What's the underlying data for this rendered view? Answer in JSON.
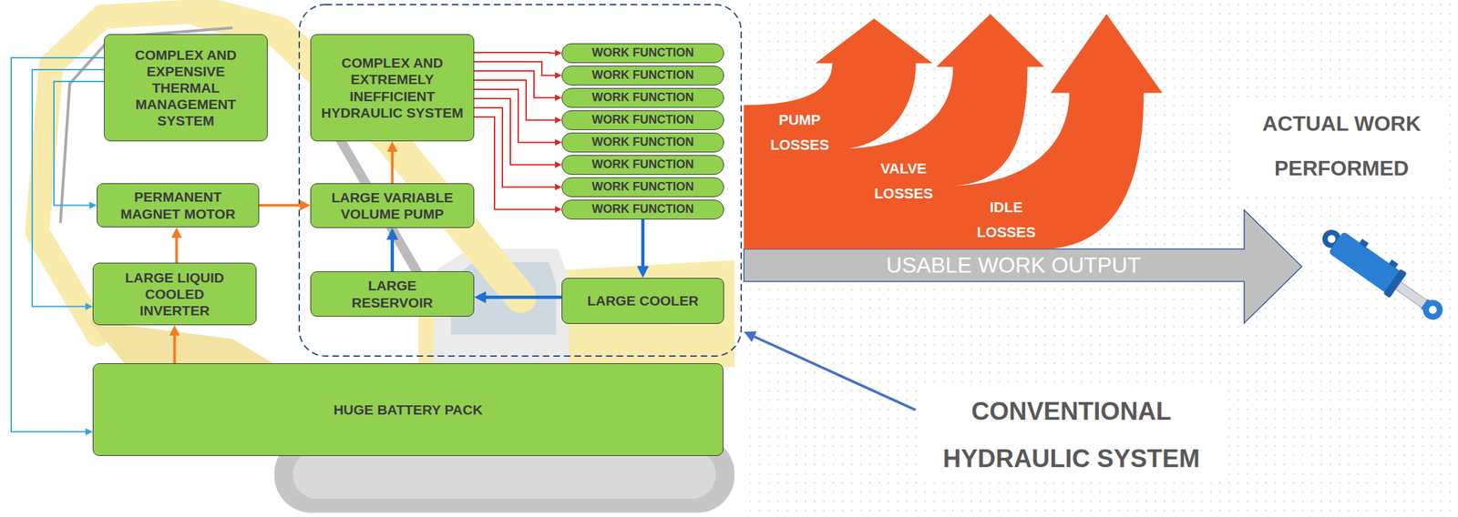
{
  "diagram": {
    "nodes": [
      {
        "text": [
          "COMPLEX AND EXPENSIVE THERMAL MANAGEMENT SYSTEM"
        ]
      },
      {
        "text": [
          "COMPLEX AND EXTREMELY INEFFICIENT HYDRAULIC SYSTEM"
        ]
      },
      {
        "text": [
          "WORK FUNCTION"
        ]
      },
      {
        "text": [
          "WORK FUNCTION"
        ]
      },
      {
        "text": [
          "WORK FUNCTION"
        ]
      },
      {
        "text": [
          "WORK FUNCTION"
        ]
      },
      {
        "text": [
          "WORK FUNCTION"
        ]
      },
      {
        "text": [
          "WORK FUNCTION"
        ]
      },
      {
        "text": [
          "WORK FUNCTION"
        ]
      },
      {
        "text": [
          "WORK FUNCTION"
        ]
      },
      {
        "text": [
          "PERMANENT MAGNET MOTOR"
        ]
      },
      {
        "text": [
          "LARGE VARIABLE VOLUME PUMP"
        ]
      },
      {
        "text": [
          "LARGE LIQUID COOLED INVERTER"
        ]
      },
      {
        "text": [
          "LARGE RESERVOIR"
        ]
      },
      {
        "text": [
          "LARGE COOLER"
        ]
      },
      {
        "text": [
          "HUGE BATTERY PACK"
        ]
      }
    ],
    "edges": [
      {
        "from": 15,
        "to": 12,
        "arrow": "to"
      },
      {
        "from": 12,
        "to": 10,
        "arrow": "to"
      },
      {
        "from": 10,
        "to": 11,
        "arrow": "to"
      },
      {
        "from": 11,
        "to": 1,
        "arrow": "to"
      },
      {
        "from": 1,
        "to": 2,
        "arrow": "to"
      },
      {
        "from": 1,
        "to": 3,
        "arrow": "to"
      },
      {
        "from": 1,
        "to": 4,
        "arrow": "to"
      },
      {
        "from": 1,
        "to": 5,
        "arrow": "to"
      },
      {
        "from": 1,
        "to": 6,
        "arrow": "to"
      },
      {
        "from": 1,
        "to": 7,
        "arrow": "to"
      },
      {
        "from": 1,
        "to": 8,
        "arrow": "to"
      },
      {
        "from": 1,
        "to": 9,
        "arrow": "to"
      },
      {
        "from": 9,
        "to": 14,
        "arrow": "to"
      },
      {
        "from": 14,
        "to": 13,
        "arrow": "to"
      },
      {
        "from": 13,
        "to": 11,
        "arrow": "to"
      },
      {
        "from": 0,
        "to": 15,
        "arrow": "to"
      },
      {
        "from": 0,
        "to": 12,
        "arrow": "to"
      },
      {
        "from": 0,
        "to": 10,
        "arrow": "to"
      }
    ],
    "labels": [
      "PUMP LOSSES",
      "VALVE LOSSES",
      "IDLE LOSSES",
      "USABLE WORK OUTPUT",
      "ACTUAL WORK PERFORMED",
      "CONVENTIONAL HYDRAULIC SYSTEM"
    ]
  }
}
